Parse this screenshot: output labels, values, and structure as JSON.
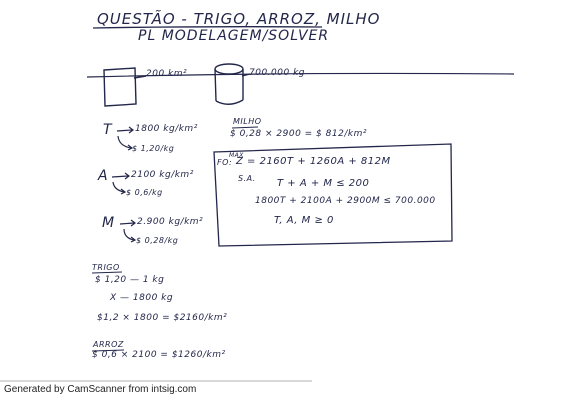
{
  "title": {
    "line1": "QUESTÃO - TRIGO, ARROZ, MILHO",
    "line2": "PL MODELAGEM/SOLVER"
  },
  "figures": {
    "square_label": "200 km²",
    "cylinder_label": "700.000 kg"
  },
  "crops": {
    "trigo": {
      "letter": "T",
      "yield": "1800 kg/km²",
      "price": "$ 1,20/kg"
    },
    "arroz": {
      "letter": "A",
      "yield": "2100 kg/km²",
      "price": "$ 0,6/kg"
    },
    "milho": {
      "letter": "M",
      "yield": "2.900 kg/km²",
      "price": "$ 0,28/kg"
    }
  },
  "milho_calc": {
    "heading": "MILHO",
    "expr": "$ 0,28 × 2900 = $ 812/km²"
  },
  "model": {
    "fo_label": "FO:",
    "max_label": "MAX",
    "objective": "Z = 2160T + 1260A + 812M",
    "sa_label": "S.A.",
    "c1": "T + A + M ≤ 200",
    "c2": "1800T + 2100A + 2900M ≤ 700.000",
    "c3": "T, A, M ≥ 0"
  },
  "trigo_calc": {
    "heading": "TRIGO",
    "line1": "$ 1,20 — 1 kg",
    "line2": "X — 1800 kg",
    "line3": "$1,2 × 1800 = $2160/km²"
  },
  "arroz_calc": {
    "heading": "ARROZ",
    "expr": "$ 0,6 × 2100 = $1260/km²"
  },
  "footer": "Generated by CamScanner from intsig.com"
}
